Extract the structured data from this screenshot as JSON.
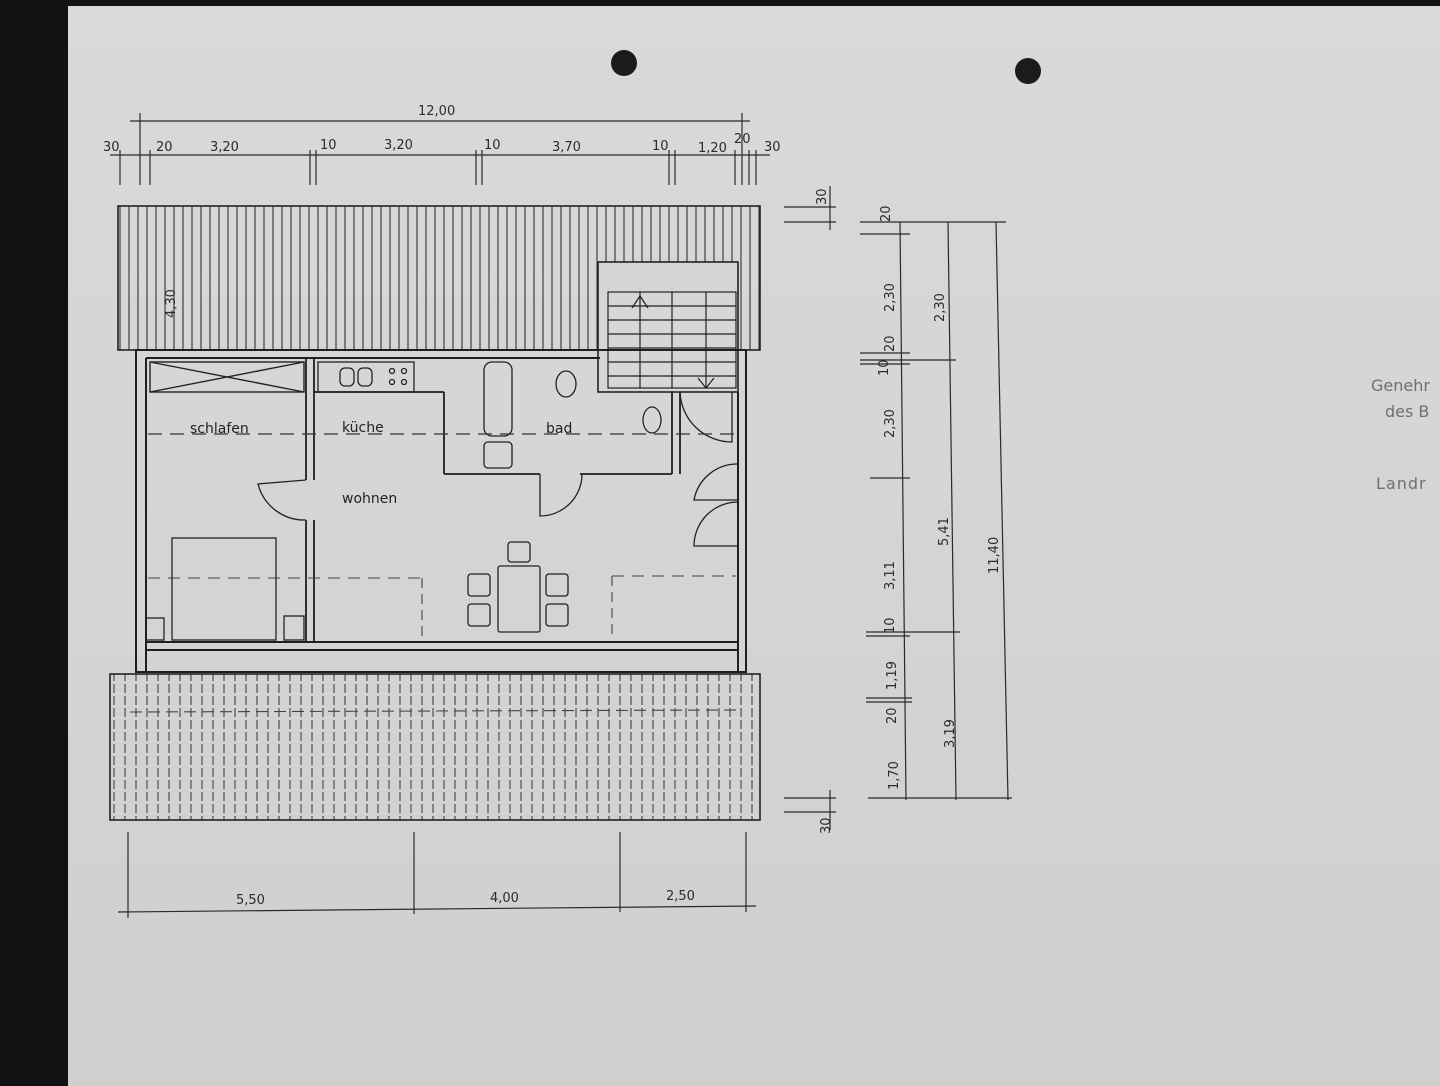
{
  "document": {
    "type": "floor plan (photographed paper sheet)",
    "paper_color": "#d6d6d4",
    "background_color": "#111214",
    "line_color": "#1f1f1f",
    "punch_holes": 2
  },
  "dimensions": {
    "top_overall": "12,00",
    "top_segments": [
      "30",
      "20",
      "3,20",
      "10",
      "3,20",
      "10",
      "3,70",
      "10",
      "1,20",
      "20",
      "30"
    ],
    "bottom_segments": [
      "5,50",
      "4,00",
      "2,50"
    ],
    "right_inner": [
      "20",
      "2,30",
      "20",
      "10",
      "2,30",
      "3,11",
      "10",
      "1,19",
      "20",
      "1,70"
    ],
    "right_middle": [
      "2,30",
      "5,41",
      "3,19"
    ],
    "right_overall": "11,40",
    "right_offsets": [
      "30",
      "30"
    ],
    "balcony_depth": "4,30"
  },
  "rooms": {
    "bedroom": "schlafen",
    "kitchen": "küche",
    "bath": "bad",
    "living": "wohnen"
  },
  "side_text": {
    "line1": "Genehr",
    "line2": "des B",
    "line3": "Landr"
  }
}
